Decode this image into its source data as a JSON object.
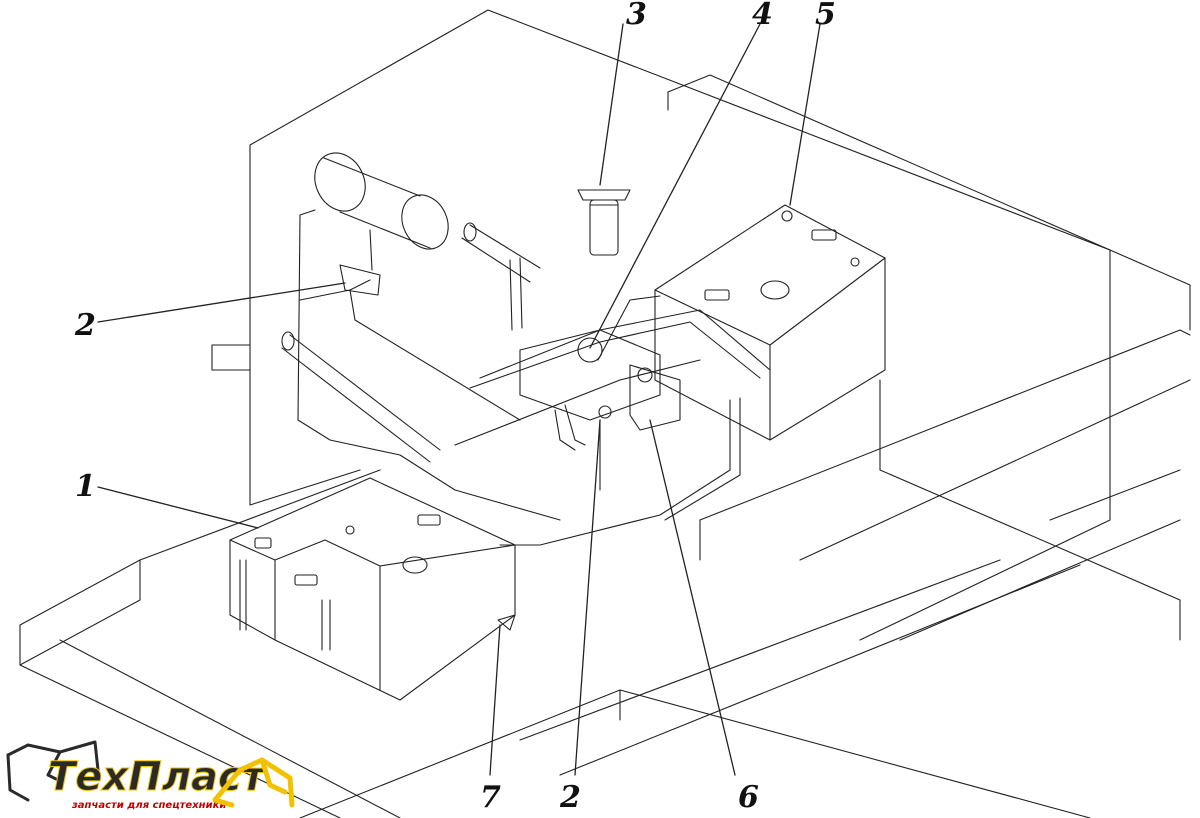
{
  "callouts": {
    "c1": "1",
    "c2_left": "2",
    "c2_bottom": "2",
    "c3": "3",
    "c4": "4",
    "c5": "5",
    "c6": "6",
    "c7": "7"
  },
  "watermark": {
    "brand": "ТехПласт",
    "tagline": "запчасти для спецтехники"
  },
  "colors": {
    "line": "#222222",
    "brand_dark": "#2a2a2a",
    "brand_accent": "#f2c200",
    "tagline": "#c00000"
  }
}
